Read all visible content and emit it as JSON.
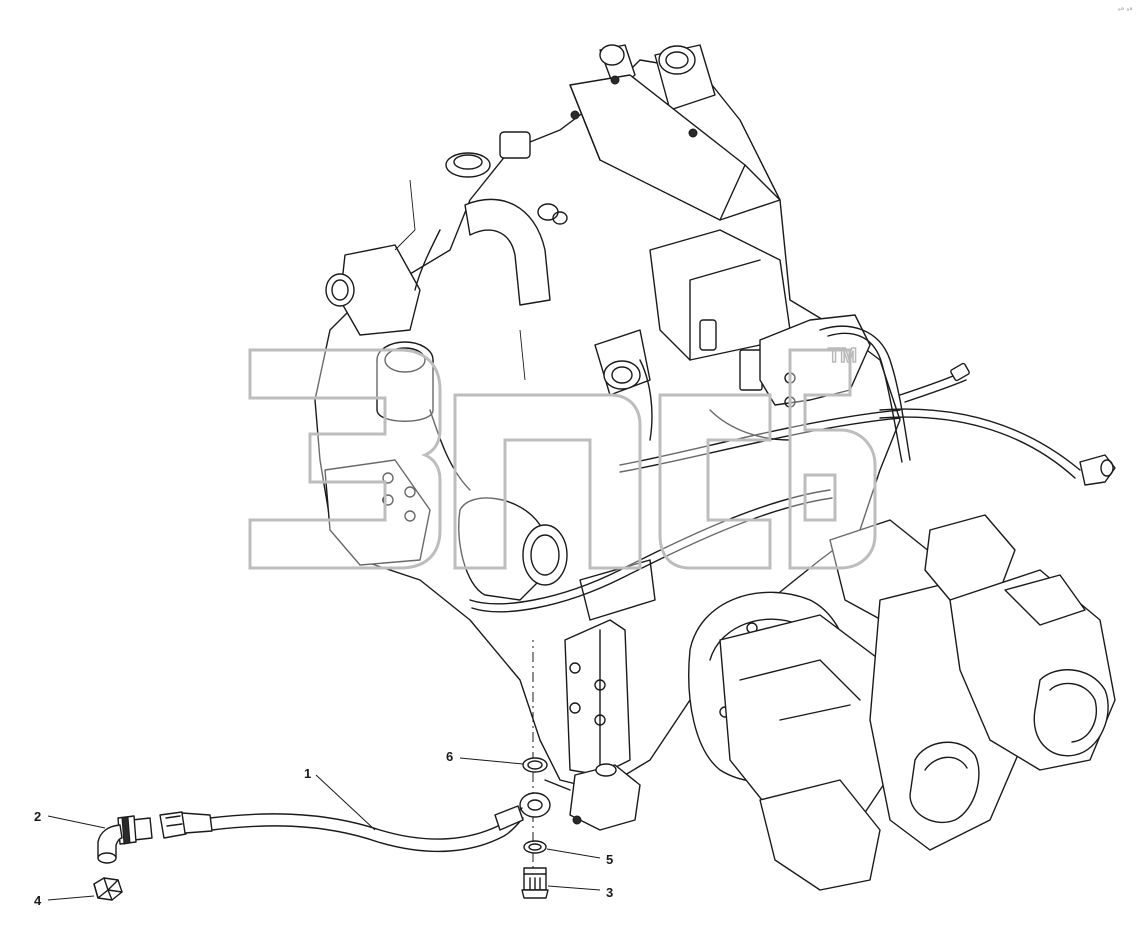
{
  "figure": {
    "callouts": [
      {
        "id": "1",
        "label": "1"
      },
      {
        "id": "2",
        "label": "2"
      },
      {
        "id": "3",
        "label": "3"
      },
      {
        "id": "4",
        "label": "4"
      },
      {
        "id": "5",
        "label": "5"
      },
      {
        "id": "6",
        "label": "6"
      }
    ],
    "watermark": {
      "trademark": "TM"
    },
    "corner_mark": "ᵃ° ᵃ°"
  }
}
